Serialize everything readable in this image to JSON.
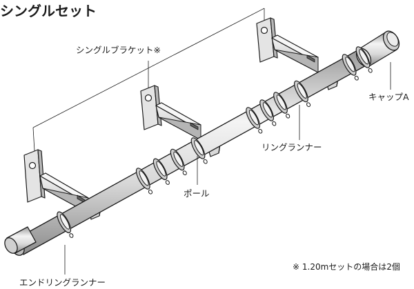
{
  "title": "シングルセット",
  "labels": {
    "bracket": "シングルブラケット※",
    "cap": "キャップA",
    "ring_runner": "リングランナー",
    "pole": "ポール",
    "end_ring_runner": "エンドリングランナー"
  },
  "note": "※ 1.20mセットの場合は2個",
  "colors": {
    "line": "#1a1a1a",
    "metal_light": "#efefef",
    "metal_mid": "#d6d6d6",
    "metal_dark": "#9a9a9a"
  }
}
